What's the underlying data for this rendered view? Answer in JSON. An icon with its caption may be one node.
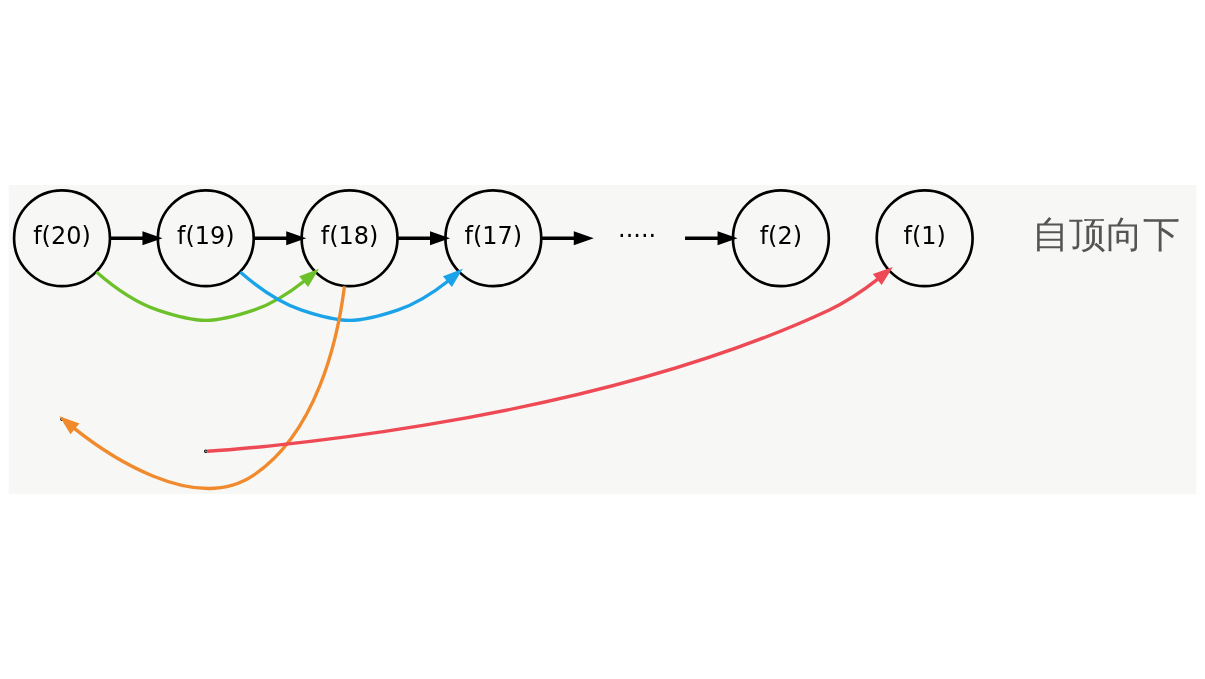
{
  "diagram": {
    "nodes": [
      {
        "text": [
          "f(20)"
        ]
      },
      {
        "text": [
          "f(19)"
        ]
      },
      {
        "text": [
          "f(18)"
        ]
      },
      {
        "text": [
          "f(17)"
        ]
      },
      {
        "text": [
          "·····"
        ]
      },
      {
        "text": [
          "f(2)"
        ]
      },
      {
        "text": [
          "f(1)"
        ]
      }
    ],
    "edges": [
      {
        "from": 0,
        "to": 1,
        "arrow": "to"
      },
      {
        "from": 1,
        "to": 2,
        "arrow": "to"
      },
      {
        "from": 2,
        "to": 3,
        "arrow": "to"
      },
      {
        "from": 3,
        "to": 4,
        "arrow": "to"
      },
      {
        "from": 4,
        "to": 5,
        "arrow": "to"
      },
      {
        "from": 0,
        "to": 2,
        "arrow": "to",
        "color": "#6cc12a"
      },
      {
        "from": 1,
        "to": 3,
        "arrow": "to",
        "color": "#1aa3e8"
      },
      {
        "from": 2,
        "to": null,
        "arrow": "to",
        "color": "#f08a2c"
      },
      {
        "from": null,
        "to": 6,
        "arrow": "to",
        "color": "#ee4a55"
      }
    ],
    "labels": [
      "自顶向下"
    ]
  }
}
